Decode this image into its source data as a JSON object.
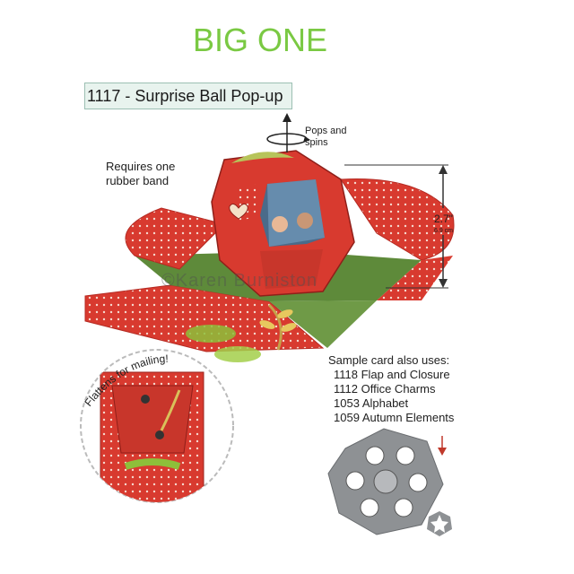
{
  "header": {
    "title": "BIG ONE"
  },
  "product": {
    "label": "1117 - Surprise Ball Pop-up"
  },
  "notes": {
    "rubber_band": "Requires one rubber band",
    "pops": "Pops and spins",
    "flattens": "Flattens for mailing!"
  },
  "dimension": {
    "imperial": "2.7\"",
    "metric": "6.9 cm"
  },
  "watermark": "©Karen Burniston",
  "sample": {
    "heading": "Sample card also uses:",
    "items": [
      "1118 Flap and Closure",
      "1112 Office Charms",
      "1053 Alphabet",
      "1059 Autumn Elements"
    ]
  },
  "colors": {
    "title": "#7ac943",
    "card_red": "#d83a2f",
    "card_green": "#5e8a3a",
    "die_gray": "#8e9194",
    "label_bg": "#e8f3ee"
  },
  "icons": [
    "rotate-arrow-icon",
    "up-arrow-icon",
    "dimension-arrow-icon",
    "down-arrow-icon",
    "star-icon",
    "heart-icon"
  ]
}
